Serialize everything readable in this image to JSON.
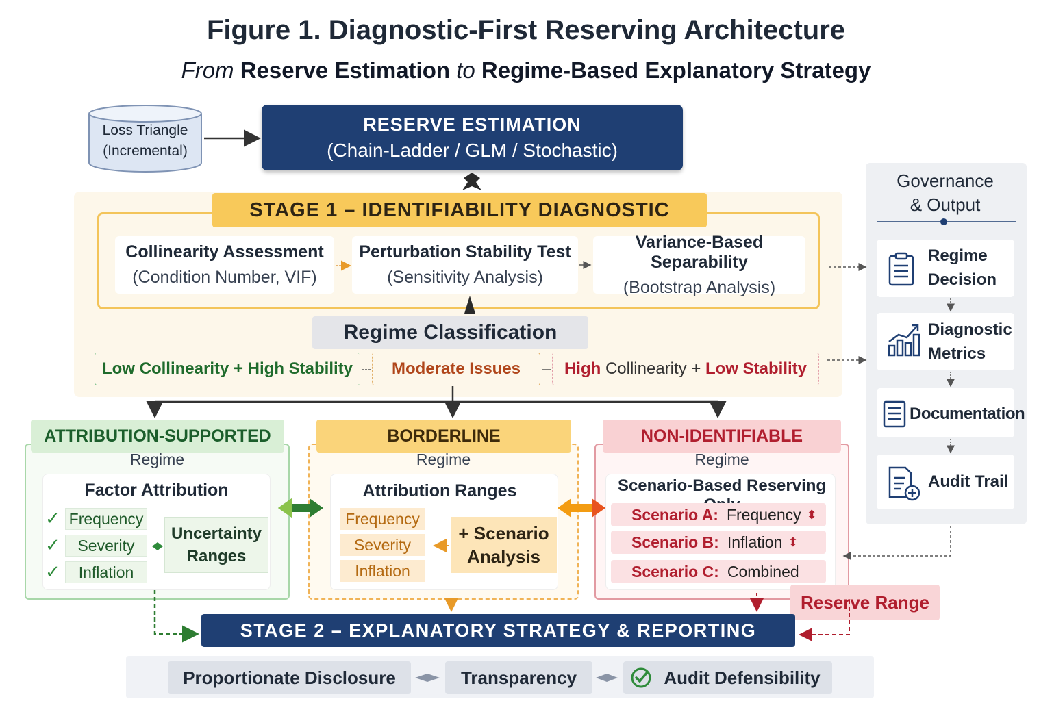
{
  "title": "Figure 1. Diagnostic-First Reserving Architecture",
  "subtitle": {
    "from": "From",
    "a": "Reserve Estimation",
    "to": "to",
    "b": "Regime-Based Explanatory Strategy"
  },
  "input": {
    "line1": "Loss Triangle",
    "line2": "(Incremental)"
  },
  "reserve": {
    "title": "RESERVE ESTIMATION",
    "methods": "(Chain-Ladder / GLM / Stochastic)"
  },
  "stage1": {
    "title": "STAGE 1 – IDENTIFIABILITY DIAGNOSTIC",
    "tests": [
      {
        "name": "Collinearity Assessment",
        "detail": "(Condition Number, VIF)"
      },
      {
        "name": "Perturbation Stability Test",
        "detail": "(Sensitivity Analysis)"
      },
      {
        "name": "Variance-Based Separability",
        "detail": "(Bootstrap Analysis)"
      }
    ]
  },
  "classification": {
    "title": "Regime Classification",
    "low": "Low Collinearity + High Stability",
    "moderate": "Moderate Issues",
    "high_a": "High",
    "high_b": " Collinearity + ",
    "high_c": "Low Stability"
  },
  "regimes": {
    "supported": {
      "header": "ATTRIBUTION-SUPPORTED",
      "sub": "Regime",
      "inner_title": "Factor Attribution",
      "factors": [
        "Frequency",
        "Severity",
        "Inflation"
      ],
      "check": "✓",
      "side": [
        "Uncertainty",
        "Ranges"
      ]
    },
    "borderline": {
      "header": "BORDERLINE",
      "sub": "Regime",
      "inner_title": "Attribution Ranges",
      "factors": [
        "Frequency",
        "Severity",
        "Inflation"
      ],
      "side": [
        "+ Scenario",
        "Analysis"
      ]
    },
    "non_identifiable": {
      "header": "NON-IDENTIFIABLE",
      "sub": "Regime",
      "inner_title": "Scenario-Based Reserving Only",
      "scenarios": [
        {
          "key": "Scenario A:",
          "value": "Frequency",
          "arrow": "⬍"
        },
        {
          "key": "Scenario B:",
          "value": "Inflation",
          "arrow": "⬍"
        },
        {
          "key": "Scenario C:",
          "value": "Combined",
          "arrow": ""
        }
      ]
    }
  },
  "reserve_range": "Reserve Range",
  "stage2": {
    "title": "STAGE 2 – EXPLANATORY STRATEGY & REPORTING",
    "outcomes": [
      "Proportionate Disclosure",
      "Transparency",
      "Audit Defensibility"
    ]
  },
  "governance": {
    "title_1": "Governance",
    "title_2": "& Output",
    "items": [
      {
        "l1": "Regime",
        "l2": "Decision",
        "icon": "clipboard-icon"
      },
      {
        "l1": "Diagnostic",
        "l2": "Metrics",
        "icon": "bar-chart-icon"
      },
      {
        "l1": "Documentation",
        "l2": "",
        "icon": "document-icon"
      },
      {
        "l1": "Audit Trail",
        "l2": "",
        "icon": "audit-file-icon"
      }
    ]
  },
  "colors": {
    "navy": "#1f3f73",
    "stage1_accent": "#f3c45a",
    "green": "#2e8b3a",
    "orange": "#f0a030",
    "red": "#b01e2e"
  }
}
